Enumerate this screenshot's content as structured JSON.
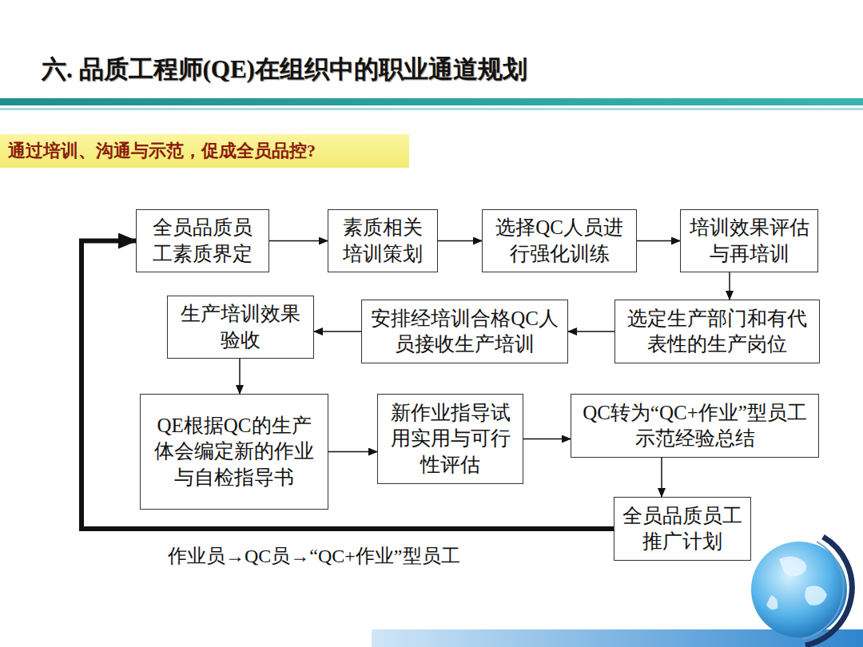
{
  "diagram": {
    "title": "六. 品质工程师(QE)在组织中的职业通道规划",
    "nodes": [
      {
        "text": [
          "通过培训、沟通与示范，促成全员品控?"
        ]
      },
      {
        "text": [
          "全员品质员工素质界定"
        ]
      },
      {
        "text": [
          "素质相关培训策划"
        ]
      },
      {
        "text": [
          "选择QC人员进行强化训练"
        ]
      },
      {
        "text": [
          "培训效果评估与再培训"
        ]
      },
      {
        "text": [
          "选定生产部门和有代表性的生产岗位"
        ]
      },
      {
        "text": [
          "安排经培训合格QC人员接收生产培训"
        ]
      },
      {
        "text": [
          "生产培训效果验收"
        ]
      },
      {
        "text": [
          "QE根据QC的生产体会编定新的作业与自检指导书"
        ]
      },
      {
        "text": [
          "新作业指导试用实用与可行性评估"
        ]
      },
      {
        "text": [
          "QC转为“QC+作业”型员工示范经验总结"
        ]
      },
      {
        "text": [
          "全员品质员工推广计划"
        ]
      }
    ],
    "edges": [
      {
        "from": 1,
        "to": 2,
        "arrow": "to"
      },
      {
        "from": 2,
        "to": 3,
        "arrow": "to"
      },
      {
        "from": 3,
        "to": 4,
        "arrow": "to"
      },
      {
        "from": 4,
        "to": 5,
        "arrow": "to"
      },
      {
        "from": 5,
        "to": 6,
        "arrow": "to"
      },
      {
        "from": 6,
        "to": 7,
        "arrow": "to"
      },
      {
        "from": 7,
        "to": 8,
        "arrow": "to"
      },
      {
        "from": 8,
        "to": 9,
        "arrow": "to"
      },
      {
        "from": 9,
        "to": 10,
        "arrow": "to"
      },
      {
        "from": 10,
        "to": 11,
        "arrow": "to"
      },
      {
        "from": 11,
        "to": 1,
        "arrow": "to"
      }
    ],
    "labels": [
      "作业员→QC员→“QC+作业”型员工"
    ]
  }
}
